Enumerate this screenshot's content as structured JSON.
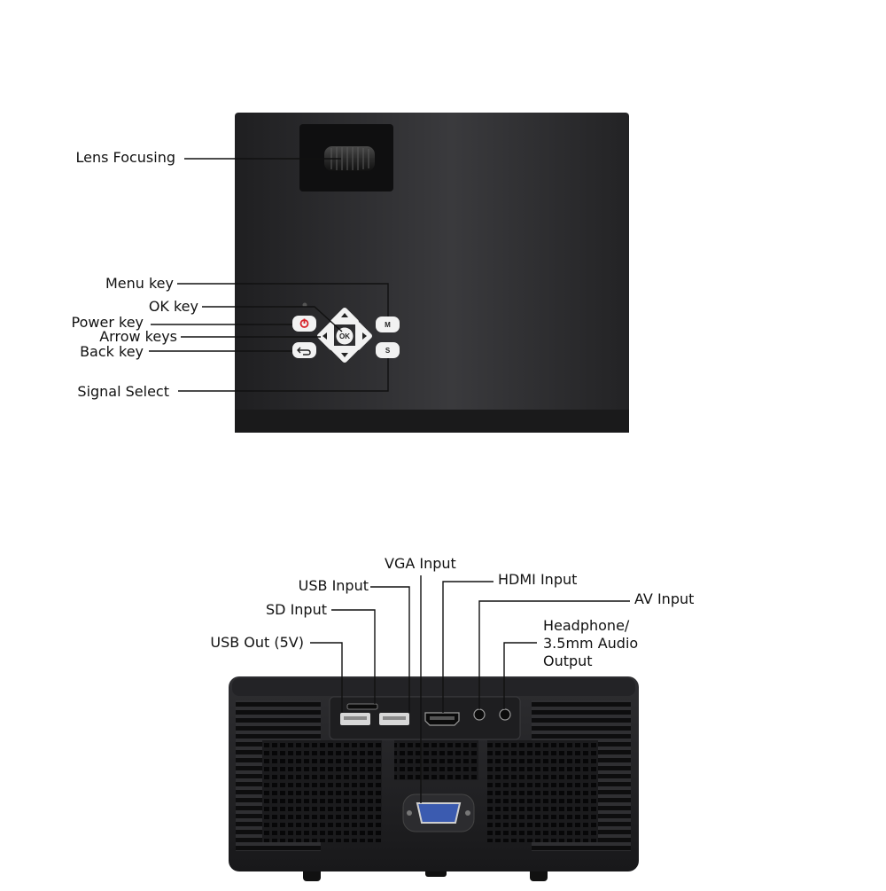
{
  "top_view": {
    "callouts": {
      "lens_focusing": "Lens Focusing",
      "menu_key": "Menu key",
      "ok_key": "OK key",
      "power_key": "Power key",
      "arrow_keys": "Arrow keys",
      "back_key": "Back key",
      "signal_select": "Signal Select"
    },
    "keys": {
      "ok": "OK",
      "menu": "M",
      "signal": "S"
    }
  },
  "rear_view": {
    "callouts": {
      "vga_input": "VGA Input",
      "usb_input": "USB Input",
      "hdmi_input": "HDMI Input",
      "sd_input": "SD Input",
      "av_input": "AV Input",
      "usb_out": "USB Out (5V)",
      "headphone_line1": "Headphone/",
      "headphone_line2": "3.5mm Audio",
      "headphone_line3": "Output"
    }
  },
  "colors": {
    "body": "#2a2a2c",
    "body_dark": "#141416",
    "leader_line": "#111111",
    "key_face": "#f2f2f2",
    "power_red": "#d8232a"
  },
  "icons": [
    "lens-focus-wheel",
    "power-icon",
    "back-arrow-icon",
    "arrow-up-icon",
    "arrow-down-icon",
    "arrow-left-icon",
    "arrow-right-icon",
    "usb-port-icon",
    "sd-slot-icon",
    "hdmi-port-icon",
    "vga-port-icon",
    "audio-jack-icon"
  ]
}
